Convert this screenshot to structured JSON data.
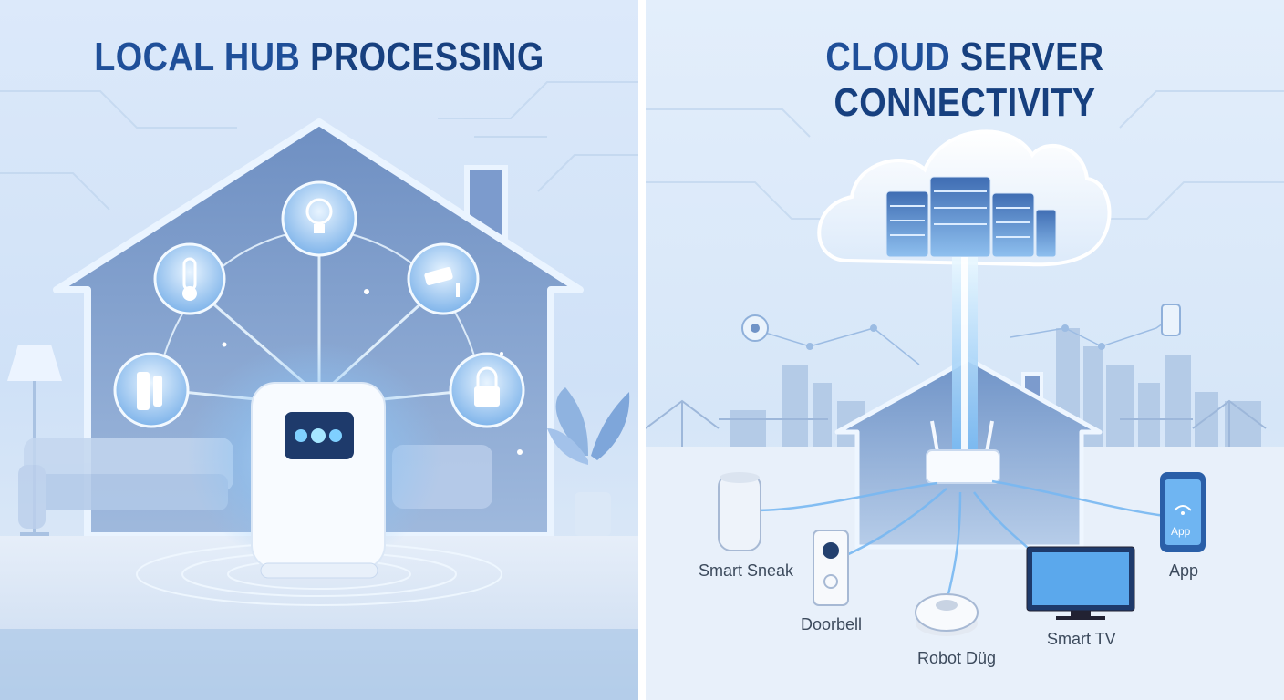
{
  "left": {
    "title_part1": "LOCAL HUB",
    "title_part2": "PROCESSING",
    "icons": [
      "lightbulb-icon",
      "thermometer-icon",
      "security-camera-icon",
      "door-sensor-icon",
      "padlock-icon",
      "smart-hub-icon"
    ]
  },
  "right": {
    "title_part1": "CLOUD",
    "title_part2": "SERVER CONNECTIVITY",
    "devices": {
      "smart_speaker": "Smart Sneak",
      "doorbell": "Doorbell",
      "robot_vacuum": "Robot Düg",
      "smart_tv": "Smart TV",
      "app": "App",
      "app_screen": "App"
    }
  },
  "colors": {
    "title_blue": "#1f4f99",
    "accent_glow": "#5aa8f0",
    "house_fill": "#6f93c7"
  }
}
